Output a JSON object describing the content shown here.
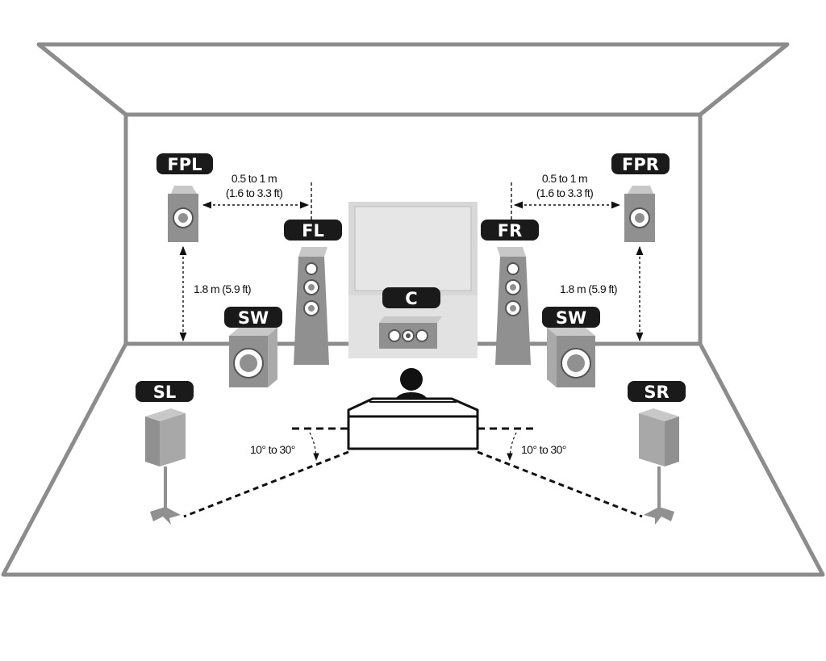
{
  "speakers": {
    "fpl": "FPL",
    "fpr": "FPR",
    "fl": "FL",
    "fr": "FR",
    "c": "C",
    "sw_left": "SW",
    "sw_right": "SW",
    "sl": "SL",
    "sr": "SR"
  },
  "dimensions": {
    "front_presence_offset_left": {
      "line1": "0.5 to 1 m",
      "line2": "(1.6 to 3.3 ft)"
    },
    "front_presence_offset_right": {
      "line1": "0.5 to 1 m",
      "line2": "(1.6 to 3.3 ft)"
    },
    "height_left": "1.8 m (5.9 ft)",
    "height_right": "1.8 m (5.9 ft)",
    "surround_angle_left": "10° to 30°",
    "surround_angle_right": "10° to 30°"
  },
  "colors": {
    "room_line": "#8c8c8c",
    "label_bg": "#1a1a1a",
    "speaker_fill": "#909090",
    "speaker_light": "#c8c8c8",
    "tv_fill": "#dcdcdc"
  }
}
